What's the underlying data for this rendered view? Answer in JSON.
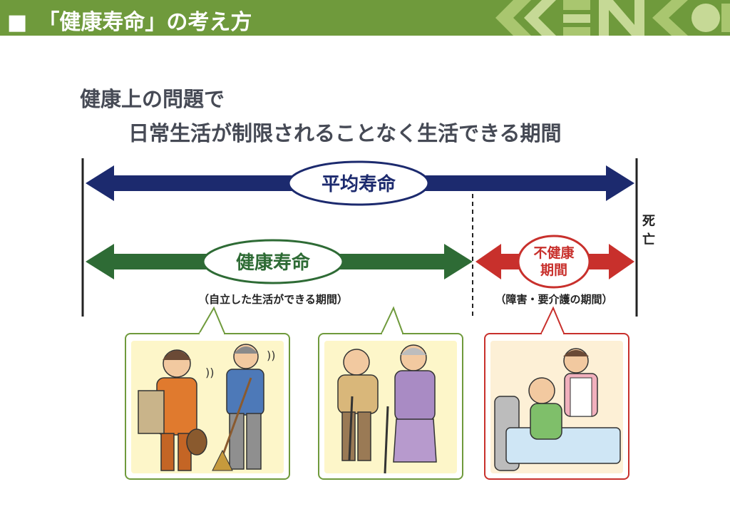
{
  "header": {
    "title": "■　「健康寿命」の考え方"
  },
  "subtitle": {
    "line1": "健康上の問題で",
    "line2": "日常生活が制限されることなく生活できる期間"
  },
  "diagram": {
    "average_lifespan_label": "平均寿命",
    "healthy_lifespan_label": "健康寿命",
    "healthy_lifespan_note": "（自立した生活ができる期間）",
    "unhealthy_period_line1": "不健康",
    "unhealthy_period_line2": "期間",
    "unhealthy_period_note": "（障害・要介護の期間）",
    "death_line1": "死",
    "death_line2": "亡"
  },
  "colors": {
    "header_green": "#6f9a3c",
    "average_navy": "#1c2a6e",
    "healthy_green": "#2e6b35",
    "unhealthy_red": "#c8302c"
  },
  "illustrations": [
    {
      "name": "active-elderly-couple"
    },
    {
      "name": "elderly-couple-with-canes"
    },
    {
      "name": "bedridden-patient-with-caregiver"
    }
  ]
}
